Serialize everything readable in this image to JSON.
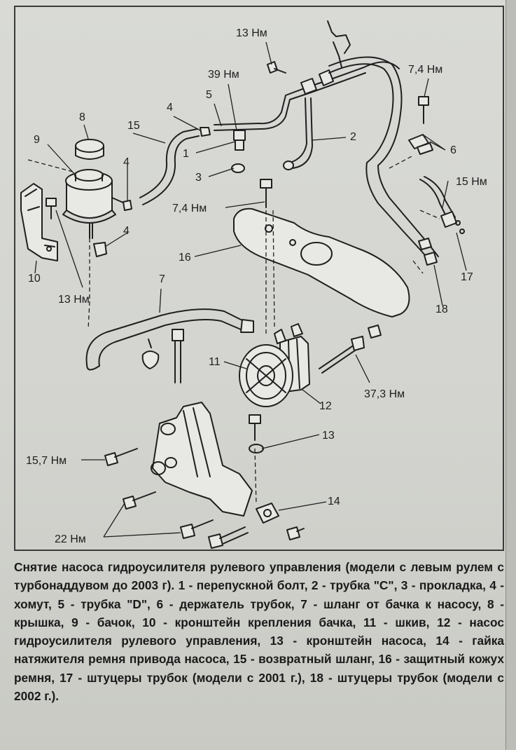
{
  "labels": {
    "torque_13_top": "13 Нм",
    "torque_39": "39 Нм",
    "torque_7_4_right": "7,4 Нм",
    "torque_15_right": "15 Нм",
    "torque_7_4_center": "7,4 Нм",
    "torque_13_left": "13 Нм",
    "torque_37_3": "37,3 Нм",
    "torque_15_7": "15,7 Нм",
    "torque_22": "22 Нм",
    "n1": "1",
    "n2": "2",
    "n3": "3",
    "n4_top": "4",
    "n4_mid": "4",
    "n4_low": "4",
    "n5": "5",
    "n6": "6",
    "n7": "7",
    "n8": "8",
    "n9": "9",
    "n10": "10",
    "n11": "11",
    "n12": "12",
    "n13": "13",
    "n14": "14",
    "n15": "15",
    "n16": "16",
    "n17": "17",
    "n18": "18"
  },
  "caption": "Снятие насоса гидроусилителя рулевого управления (модели с левым рулем с турбонаддувом до 2003 г). 1 - перепускной болт, 2 - трубка \"С\", 3 - прокладка, 4 - хомут, 5 - трубка \"D\", 6 - держатель трубок, 7 - шланг от бачка к насосу, 8 - крышка, 9 - бачок, 10 - кронштейн крепления бачка, 11 - шкив, 12 - насос гидроусилителя рулевого управления, 13 - кронштейн насоса, 14 - гайка натяжителя ремня привода насоса, 15 - возвратный шланг, 16 - защитный кожух ремня, 17 - штуцеры трубок (модели с 2001 г.), 18 - штуцеры трубок (модели с 2002 г.)."
}
